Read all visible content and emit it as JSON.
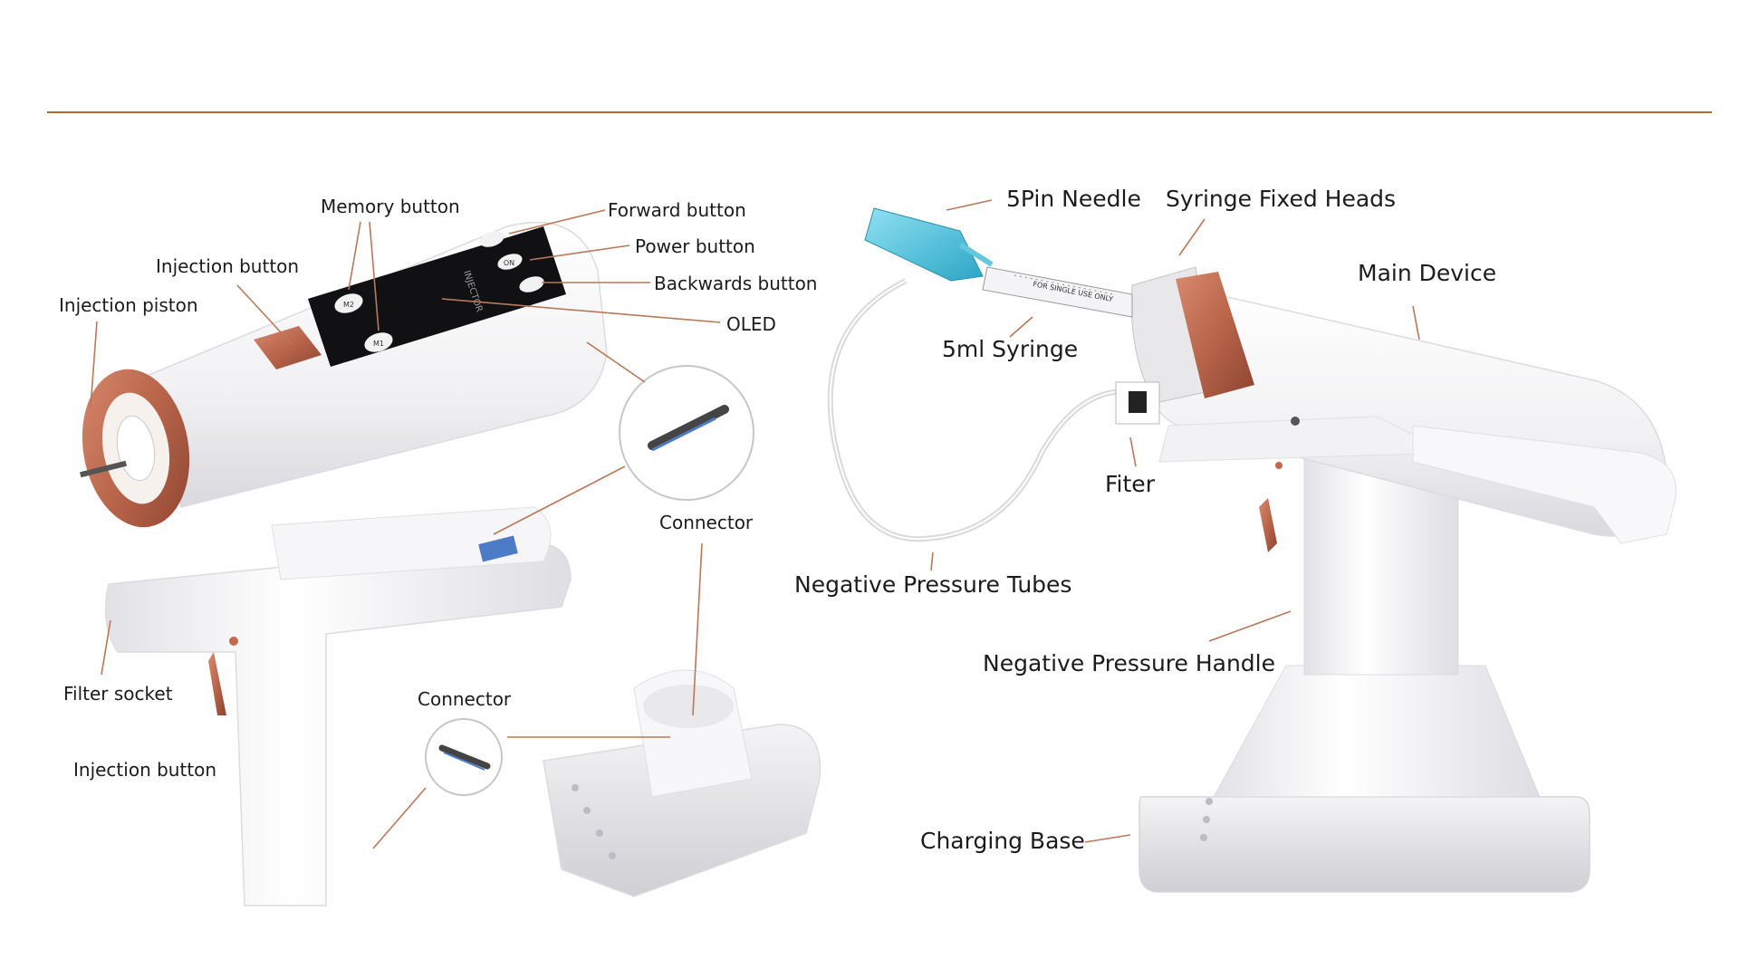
{
  "accent_color": "#b06a2e",
  "copper_color": "#b8654a",
  "left_labels": {
    "memory_button": "Memory button",
    "forward_button": "Forward button",
    "power_button": "Power button",
    "backwards_button": "Backwards button",
    "oled": "OLED",
    "injection_button_top": "Injection button",
    "injection_piston": "Injection piston",
    "connector_top": "Connector",
    "filter_socket": "Filter socket",
    "connector_bottom": "Connector",
    "injection_button_bottom": "Injection button"
  },
  "device_screen": {
    "btn_m1": "M1",
    "btn_m2": "M2",
    "btn_on": "ON",
    "brand": "INJECTOR"
  },
  "syringe_print": "FOR SINGLE USE ONLY",
  "right_labels": {
    "pin_needle": "5Pin Needle",
    "syringe_fixed_heads": "Syringe Fixed Heads",
    "main_device": "Main Device",
    "syringe_5ml": "5ml Syringe",
    "fiter": "Fiter",
    "negative_pressure_tubes": "Negative Pressure Tubes",
    "negative_pressure_handle": "Negative Pressure Handle",
    "charging_base": "Charging Base"
  }
}
